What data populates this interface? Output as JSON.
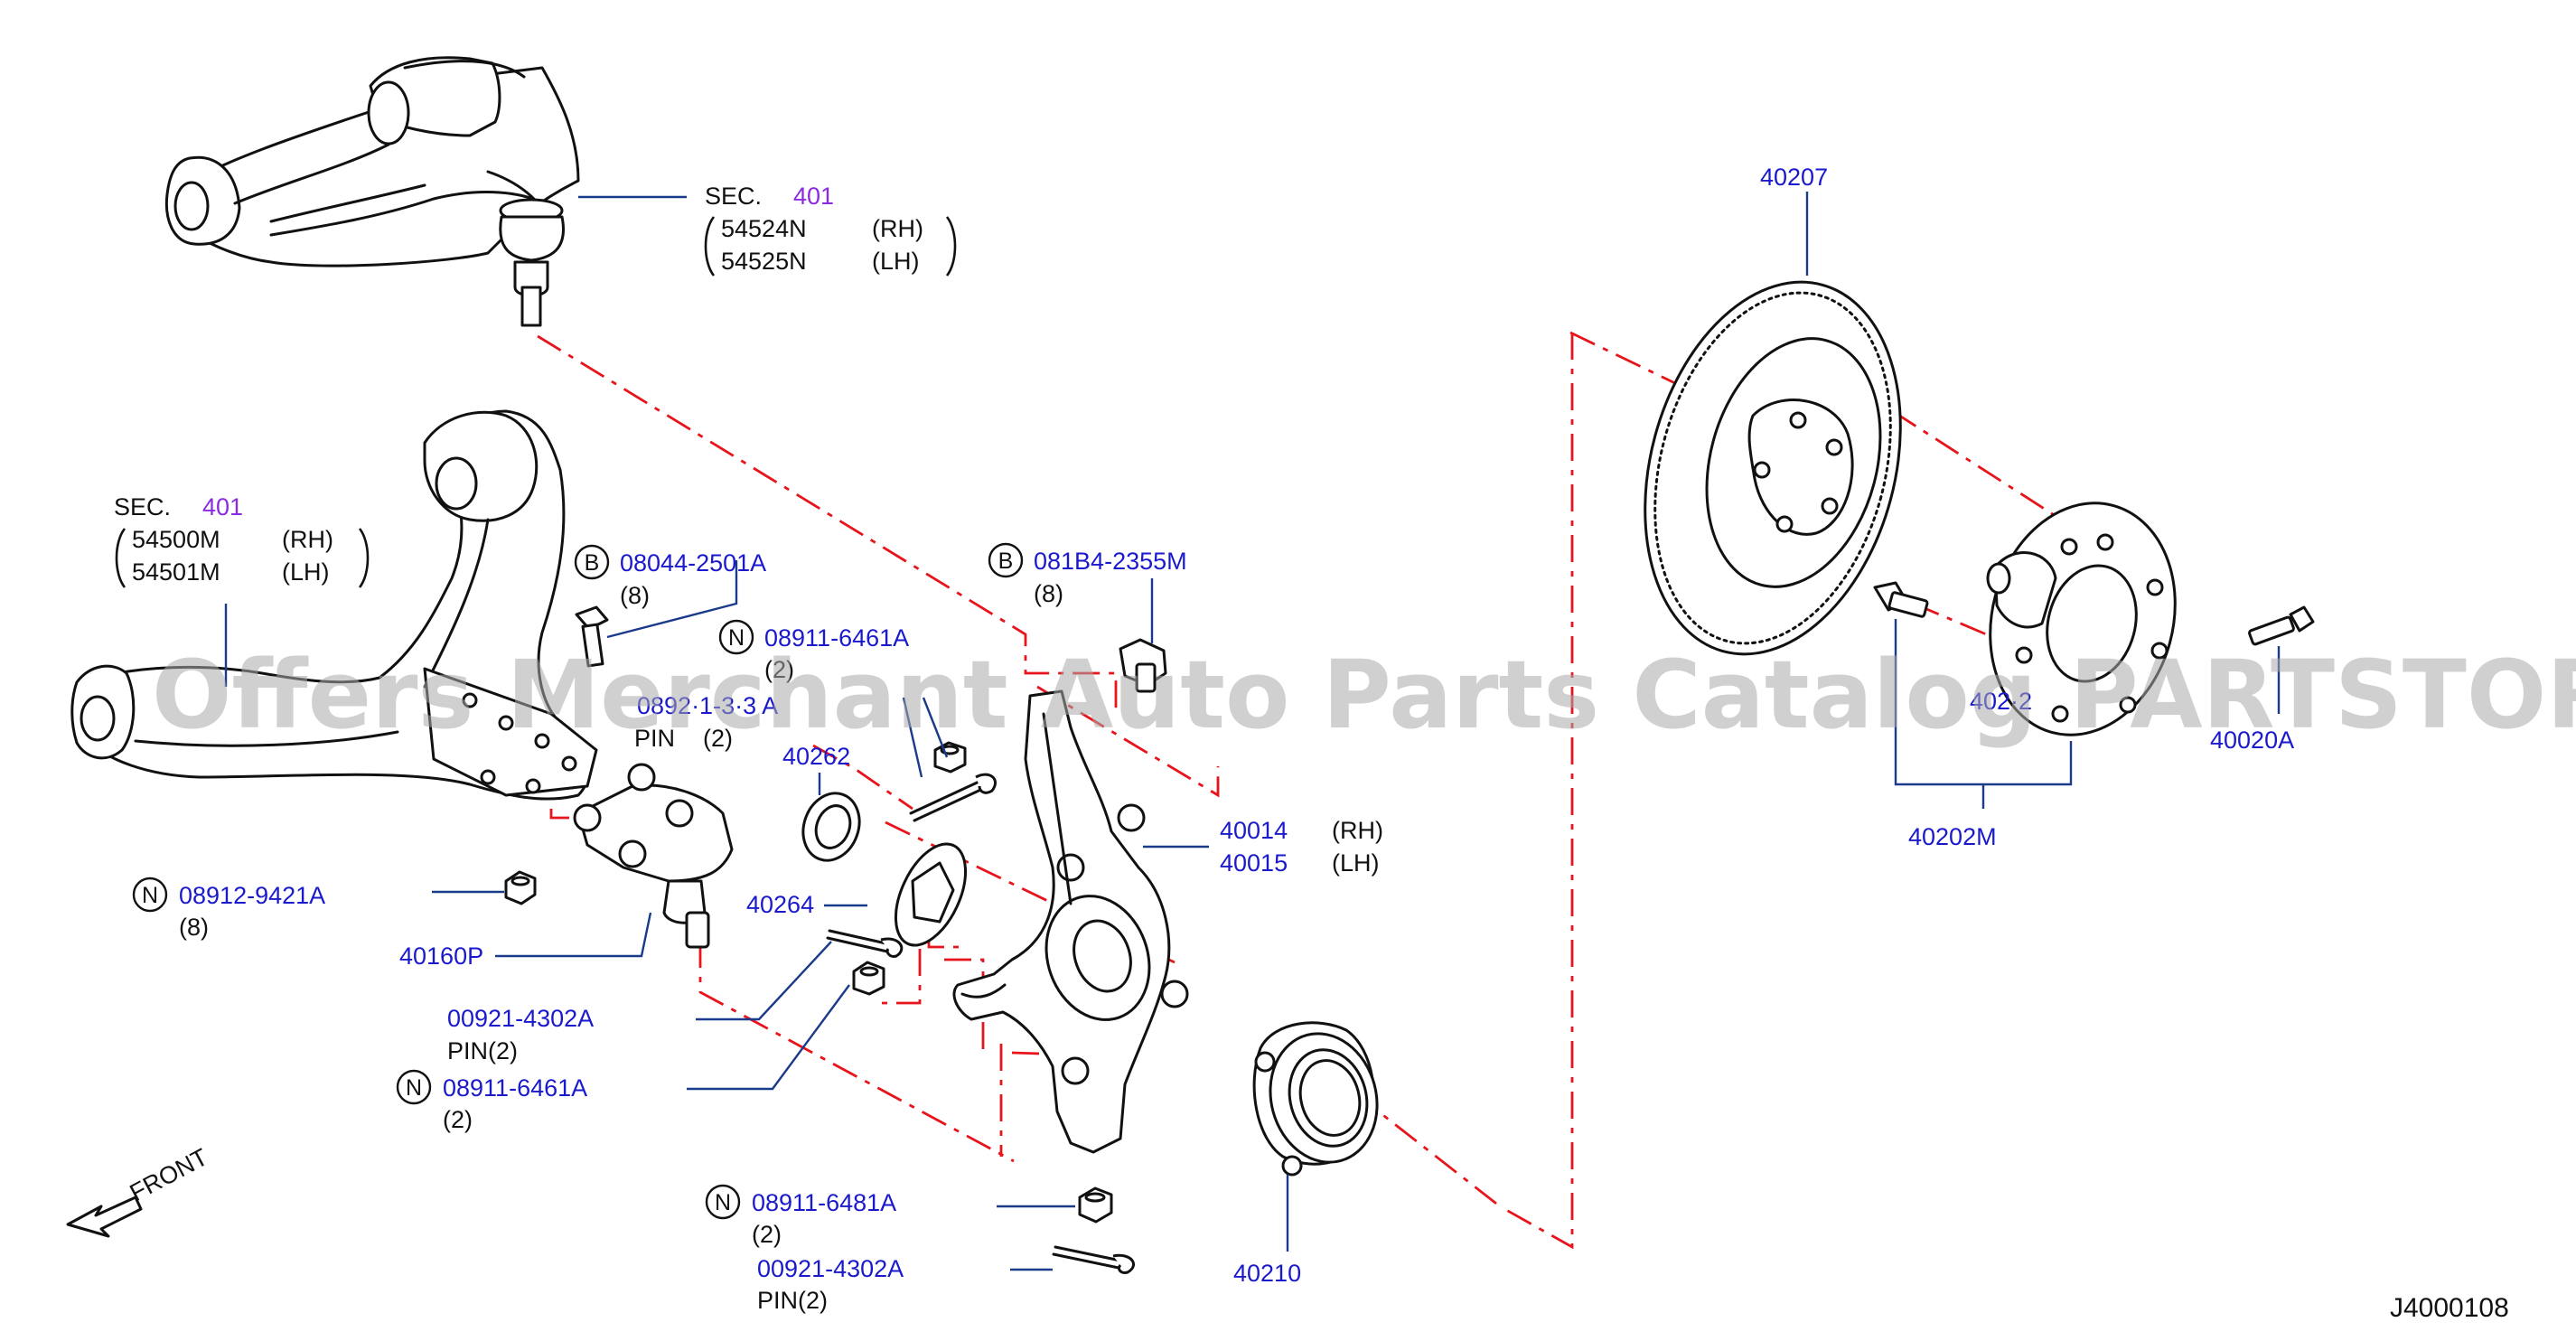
{
  "diagram_code": "J4000108",
  "watermark": "Offers Merchant Auto Parts Catalog PARTSTORE.SA",
  "front_label": "FRONT",
  "upper_arm": {
    "sec": "SEC.",
    "sec_num": "401",
    "parts": [
      {
        "code": "54524N",
        "side": "(RH)"
      },
      {
        "code": "54525N",
        "side": "(LH)"
      }
    ]
  },
  "lower_arm": {
    "sec": "SEC.",
    "sec_num": "401",
    "parts": [
      {
        "code": "54500M",
        "side": "(RH)"
      },
      {
        "code": "54501M",
        "side": "(LH)"
      }
    ]
  },
  "callouts": {
    "bolt_b1": {
      "prefix": "B",
      "code": "08044-2501A",
      "qty": "(8)"
    },
    "bolt_b2": {
      "prefix": "B",
      "code": "081B4-2355M",
      "qty": "(8)"
    },
    "nut_n1": {
      "prefix": "N",
      "code": "08911-6461A",
      "qty": "(2)"
    },
    "pin_hidden": {
      "code": "0892·1-3·3 A",
      "label": "PIN",
      "qty": "(2)"
    },
    "nut_n2": {
      "prefix": "N",
      "code": "08912-9421A",
      "qty": "(8)"
    },
    "ball_joint": {
      "code": "40160P"
    },
    "seal_40262": {
      "code": "40262"
    },
    "plate_40264": {
      "code": "40264"
    },
    "pin_1": {
      "code": "00921-4302A",
      "label": "PIN(2)"
    },
    "nut_n3": {
      "prefix": "N",
      "code": "08911-6461A",
      "qty": "(2)"
    },
    "nut_n4": {
      "prefix": "N",
      "code": "08911-6481A",
      "qty": "(2)"
    },
    "pin_2": {
      "code": "00921-4302A",
      "label": "PIN(2)"
    },
    "knuckle": {
      "rh": "40014",
      "lh": "40015",
      "rh_side": "(RH)",
      "lh_side": "(LH)"
    },
    "hub_bearing": {
      "code": "40210"
    },
    "rotor": {
      "code": "40207"
    },
    "hub_stud_partial": {
      "code": "402·2"
    },
    "hub_assy": {
      "code": "40202M"
    },
    "hub_bolt": {
      "code": "40020A"
    }
  }
}
